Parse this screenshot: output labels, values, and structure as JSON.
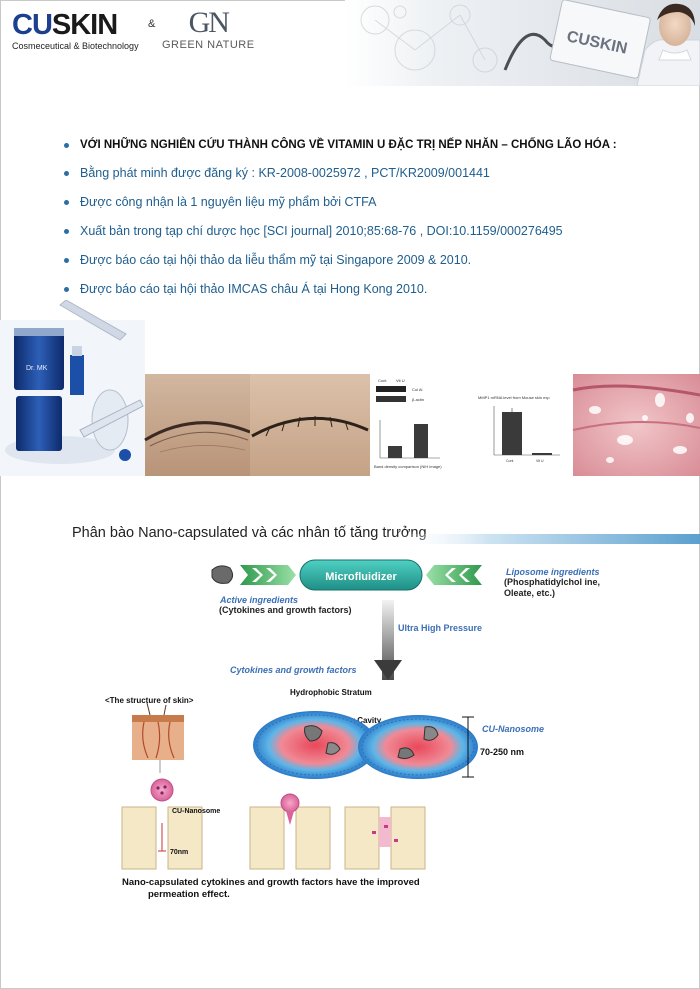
{
  "header": {
    "logo_main": "CUSKIN",
    "logo_sub": "Cosmeceutical & Biotechnology",
    "ampersand": "&",
    "partner_logo": "GN",
    "partner_name": "GREEN NATURE",
    "photo_badge": "CUSKIN"
  },
  "research": {
    "heading": "VỚI NHỮNG NGHIÊN CỨU THÀNH CÔNG VỀ VITAMIN U ĐẶC TRỊ NẾP NHĂN – CHỐNG LÃO HÓA :",
    "items": [
      "Bằng phát minh được đăng ký : KR-2008-0025972 , PCT/KR2009/001441",
      "Được công nhận là 1 nguyên liệu mỹ phẩm bởi CTFA",
      "Xuất bản trong tạp chí dược học [SCI journal] 2010;85:68-76 , DOI:10.1159/000276495",
      "Được báo cáo tại hội thảo da liễu thẩm mỹ tại Singapore 2009 & 2010.",
      "Được báo cáo tại hội thảo IMCAS châu Á tại Hong Kong 2010."
    ]
  },
  "strip": {
    "product_label": "Dr. MK",
    "blot_labels": {
      "cont": "Cont",
      "vit": "Vit U",
      "col": "Col Al",
      "actin": "β-actin"
    },
    "blot_caption": "Band density comparison (NIH image)",
    "chart_title": "MMP1 mRNA level from Mouse skin exp",
    "chart_xlabels": [
      "Cont",
      "Vit U"
    ]
  },
  "section": {
    "title": "Phân bào Nano-capsulated và các nhân tố tăng trưởng"
  },
  "diagram": {
    "microfluidizer": "Microfluidizer",
    "liposome_title": "Liposome ingredients",
    "liposome_items": "(Phosphatidylchol ine, Oleate, etc.)",
    "active_title": "Active ingredients",
    "active_items": "(Cytokines and growth factors)",
    "pressure": "Ultra High Pressure",
    "cytokines": "Cytokines and growth factors",
    "hydrophobic": "Hydrophobic Stratum",
    "polar": "Polar Cavity",
    "structure": "<The structure of skin>",
    "nanosome_label": "CU-Nanosome",
    "nanosome_size": "70-250 nm",
    "small_nanosome": "CU-Nanosome",
    "small_size": "70nm",
    "caption_line1": "Nano-capsulated cytokines and growth factors have the improved",
    "caption_line2": "permeation effect."
  }
}
